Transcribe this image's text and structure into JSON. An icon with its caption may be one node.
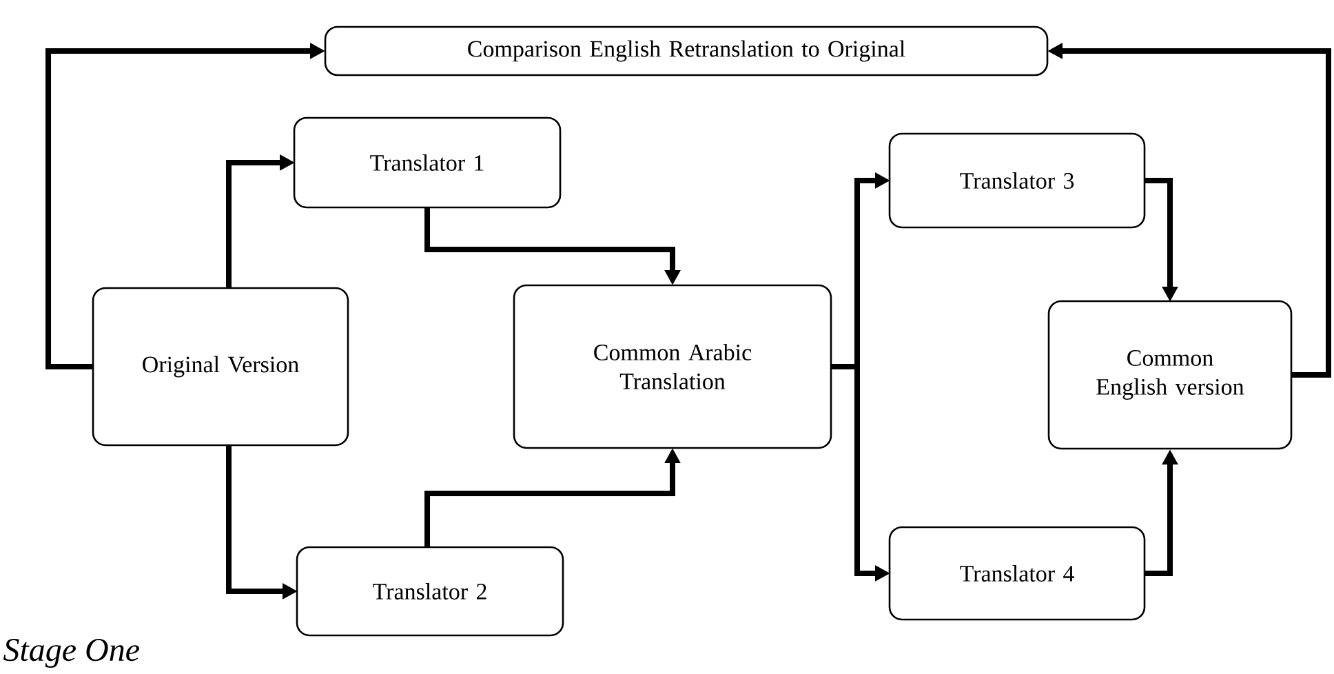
{
  "diagram": {
    "nodes": [
      {
        "text": [
          "Comparison English Retranslation to Original"
        ]
      },
      {
        "text": [
          "Original Version"
        ]
      },
      {
        "text": [
          "Translator 1"
        ]
      },
      {
        "text": [
          "Translator 2"
        ]
      },
      {
        "text": [
          "Common Arabic Translation"
        ]
      },
      {
        "text": [
          "Translator 3"
        ]
      },
      {
        "text": [
          "Translator 4"
        ]
      },
      {
        "text": [
          "Common English version"
        ]
      }
    ],
    "edges": [
      {
        "from": 1,
        "to": 0,
        "arrow": "to"
      },
      {
        "from": 1,
        "to": 2,
        "arrow": "to"
      },
      {
        "from": 1,
        "to": 3,
        "arrow": "to"
      },
      {
        "from": 2,
        "to": 4,
        "arrow": "to"
      },
      {
        "from": 3,
        "to": 4,
        "arrow": "to"
      },
      {
        "from": 4,
        "to": 5,
        "arrow": "to"
      },
      {
        "from": 4,
        "to": 6,
        "arrow": "to"
      },
      {
        "from": 5,
        "to": 7,
        "arrow": "to"
      },
      {
        "from": 6,
        "to": 7,
        "arrow": "to"
      },
      {
        "from": 7,
        "to": 0,
        "arrow": "to"
      }
    ],
    "labels": [
      "Stage One"
    ]
  }
}
